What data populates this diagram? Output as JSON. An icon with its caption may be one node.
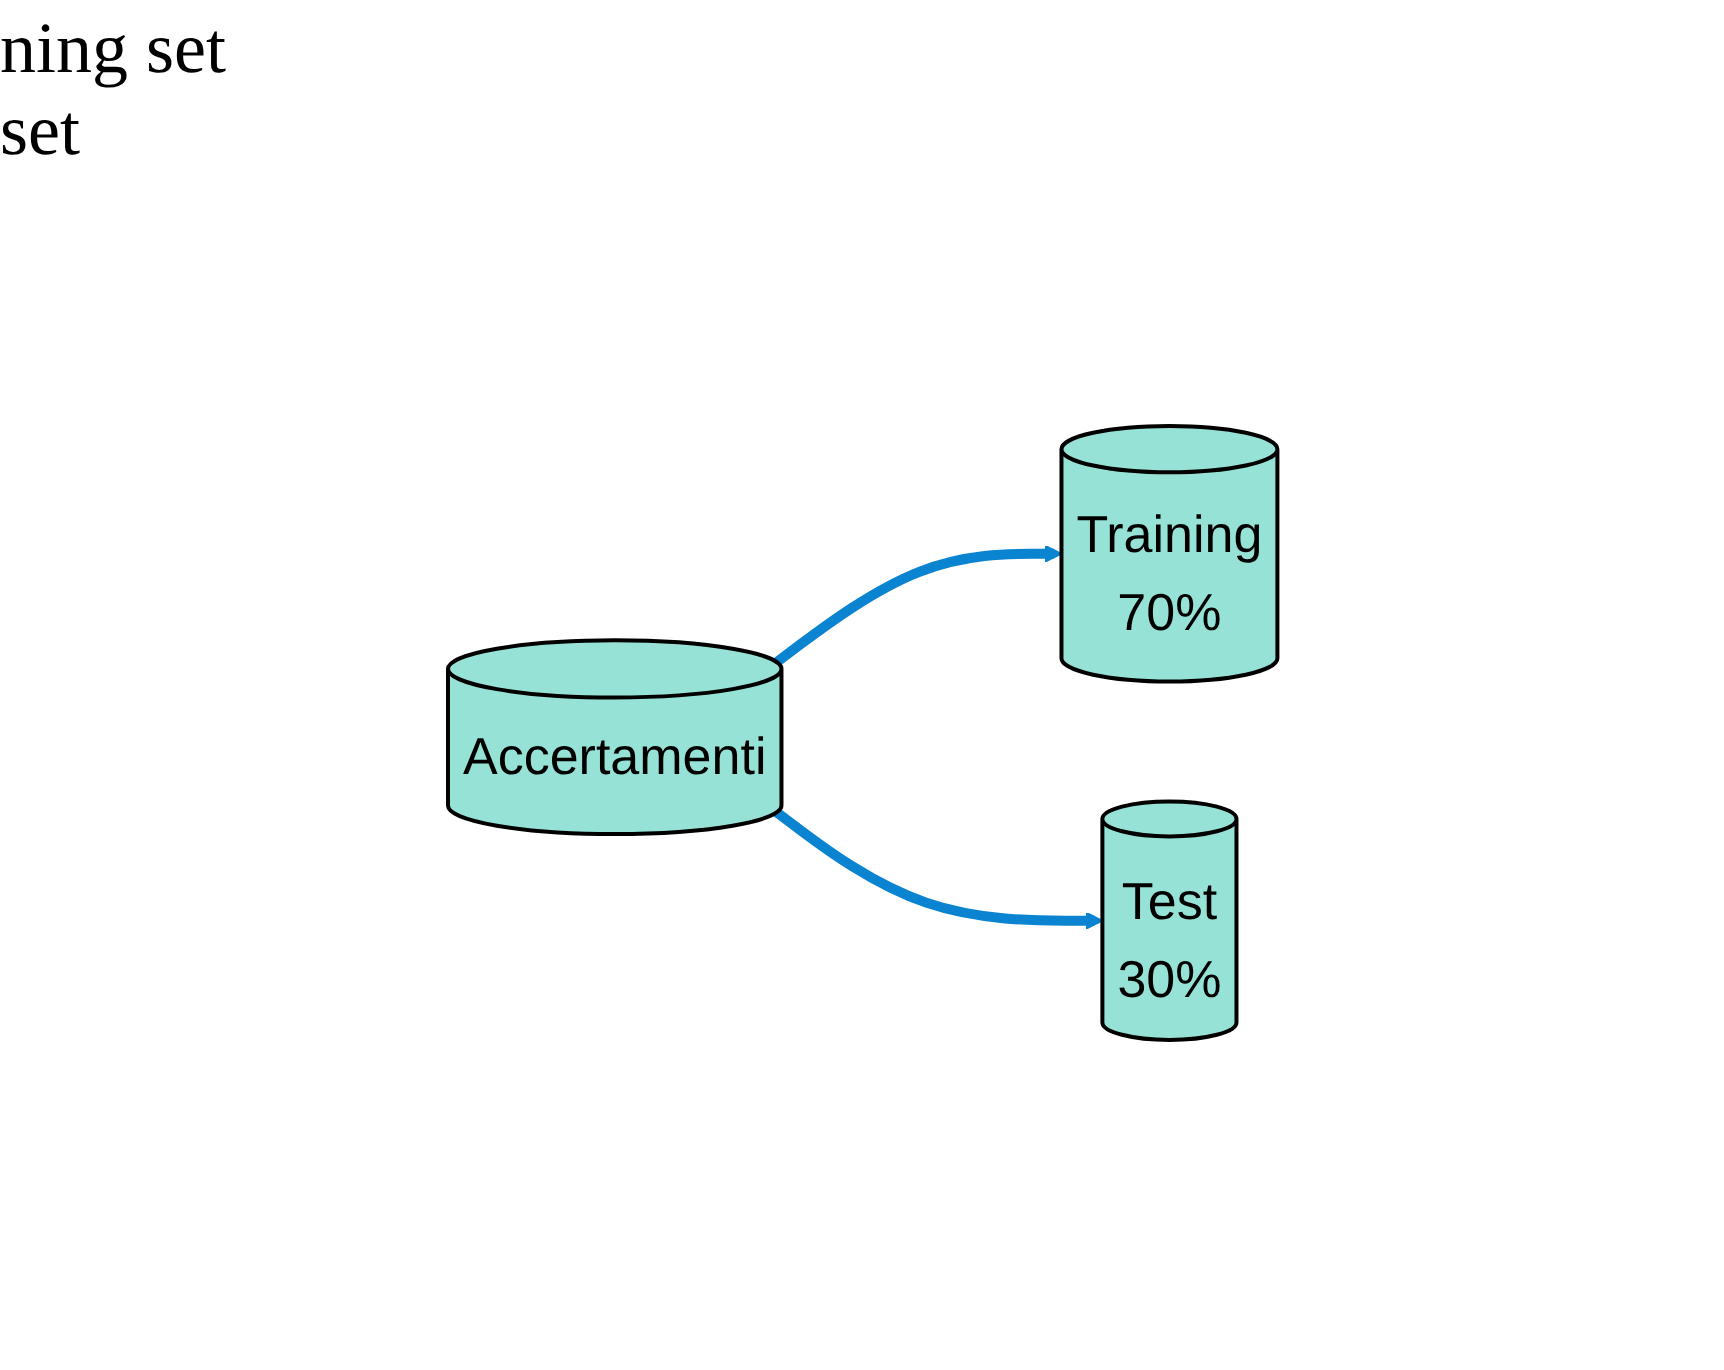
{
  "diagram": {
    "nodes": [
      {
        "text": [
          "Accertamenti"
        ]
      },
      {
        "text": [
          "Training",
          "70%"
        ]
      },
      {
        "text": [
          "Test",
          "30%"
        ]
      }
    ],
    "edges": [
      {
        "from": 0,
        "to": 1,
        "arrow": "to"
      },
      {
        "from": 0,
        "to": 2,
        "arrow": "to"
      }
    ],
    "labels": [
      "ning set",
      "set"
    ]
  }
}
